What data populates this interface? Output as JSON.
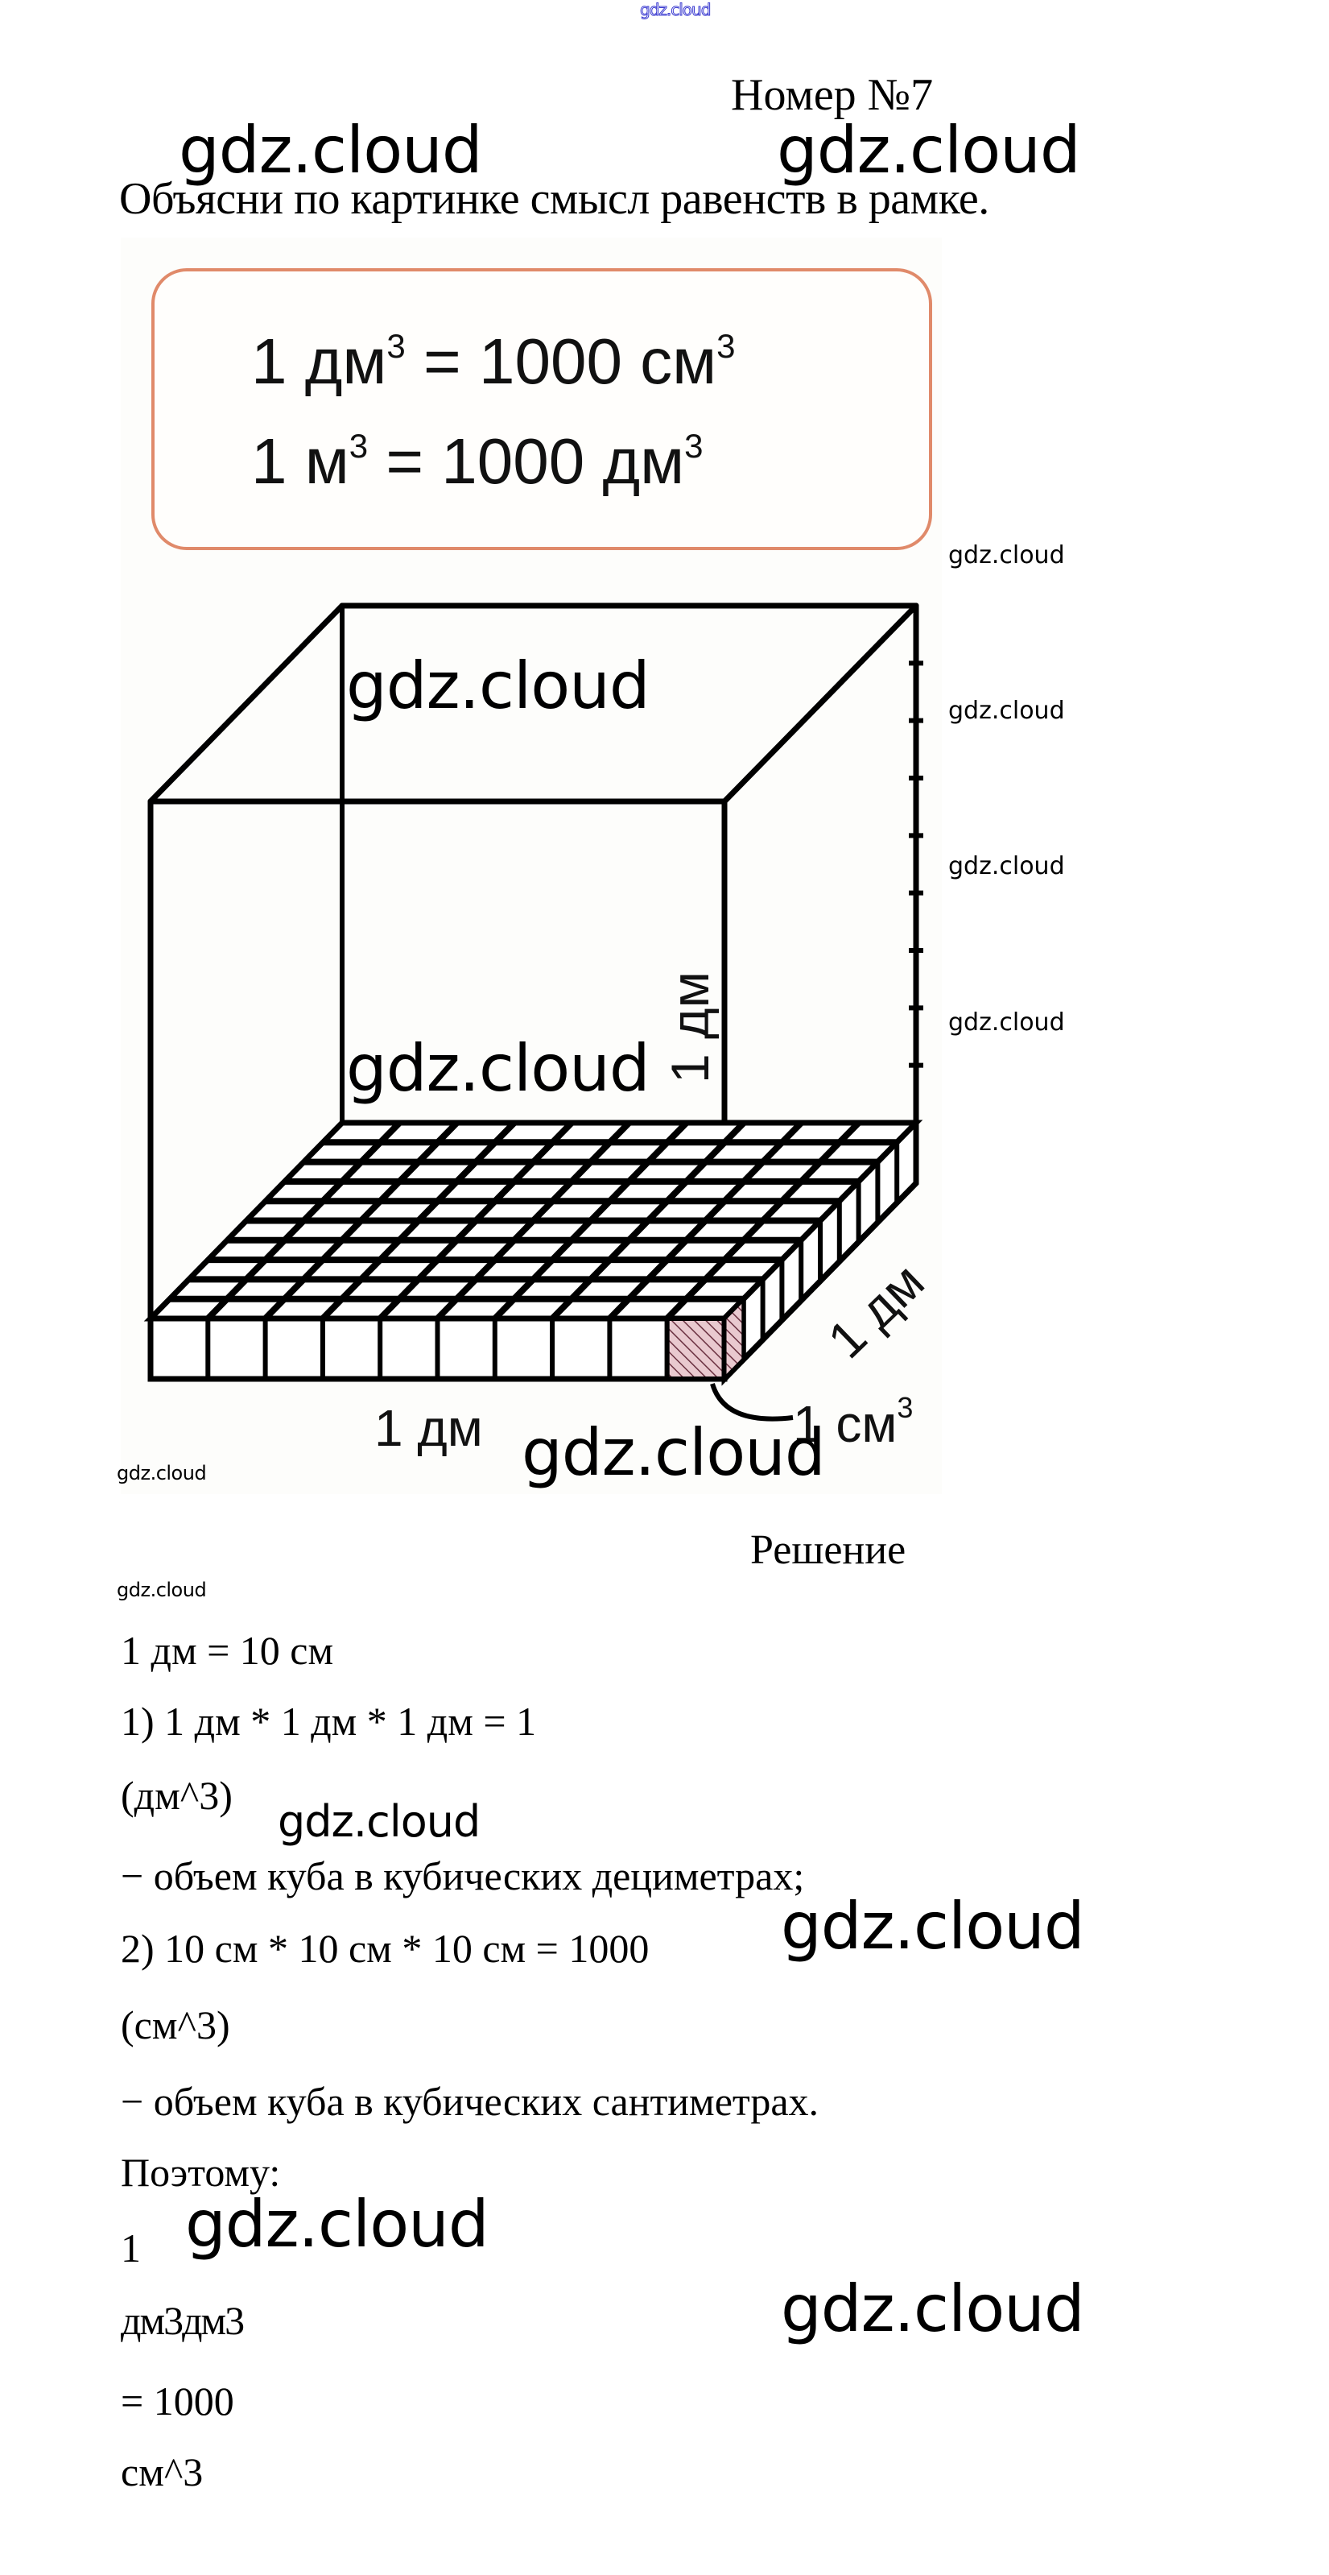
{
  "header": {
    "top_watermark": "gdz.cloud",
    "title": "Номер №7",
    "task": "Объясни по картинке смысл равенств в рамке."
  },
  "equation_box": {
    "lines": [
      {
        "lhs_num": "1",
        "lhs_unit": "дм",
        "exp": "3",
        "eq": "=",
        "rhs_num": "1000",
        "rhs_unit": "см"
      },
      {
        "lhs_num": "1",
        "lhs_unit": "м",
        "exp": "3",
        "eq": "=",
        "rhs_num": "1000",
        "rhs_unit": "дм"
      }
    ],
    "border_color": "#e08a6a"
  },
  "figure": {
    "label_vertical": "1 дм",
    "label_bottom": "1 дм",
    "label_depth": "1 дм",
    "label_unit_cube": "1 см",
    "label_unit_cube_exp": "3",
    "grid_cells": 10,
    "edge_ticks": 8,
    "hatch_color": "#b07080"
  },
  "solution": {
    "heading": "Решение",
    "lines": [
      "1 дм = 10 см",
      "1) 1 дм * 1 дм * 1 дм = 1",
      "(дм^3)",
      " − объем куба в кубических дециметрах;",
      "2) 10 см * 10 см * 10 см = 1000",
      "(см^3)",
      " − объем куба в кубических сантиметрах.",
      "Поэтому:",
      "1",
      "дм3дм3",
      " = 1000",
      "см^3"
    ]
  },
  "watermarks": {
    "text": "gdz.cloud"
  }
}
